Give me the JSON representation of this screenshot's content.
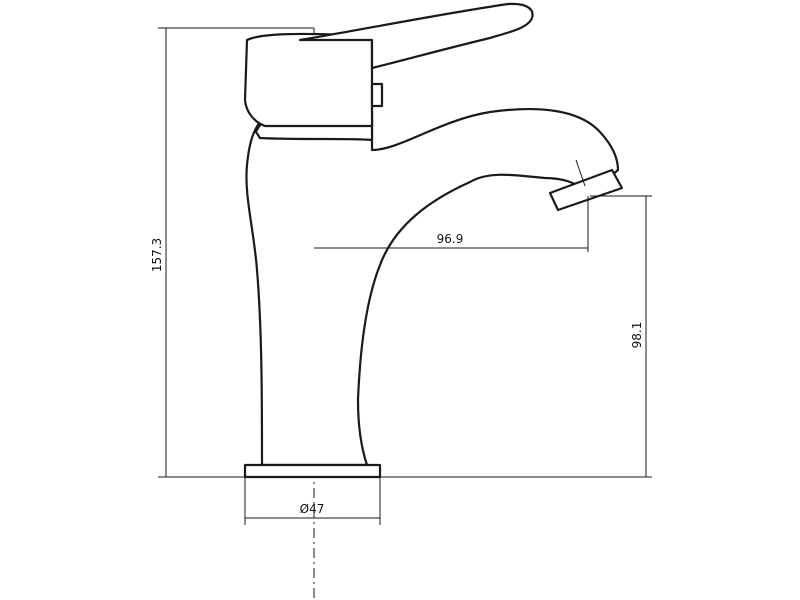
{
  "dimensions": {
    "total_height": "157.3",
    "spout_reach": "96.9",
    "outlet_height": "98.1",
    "base_diameter": "Ø47"
  }
}
